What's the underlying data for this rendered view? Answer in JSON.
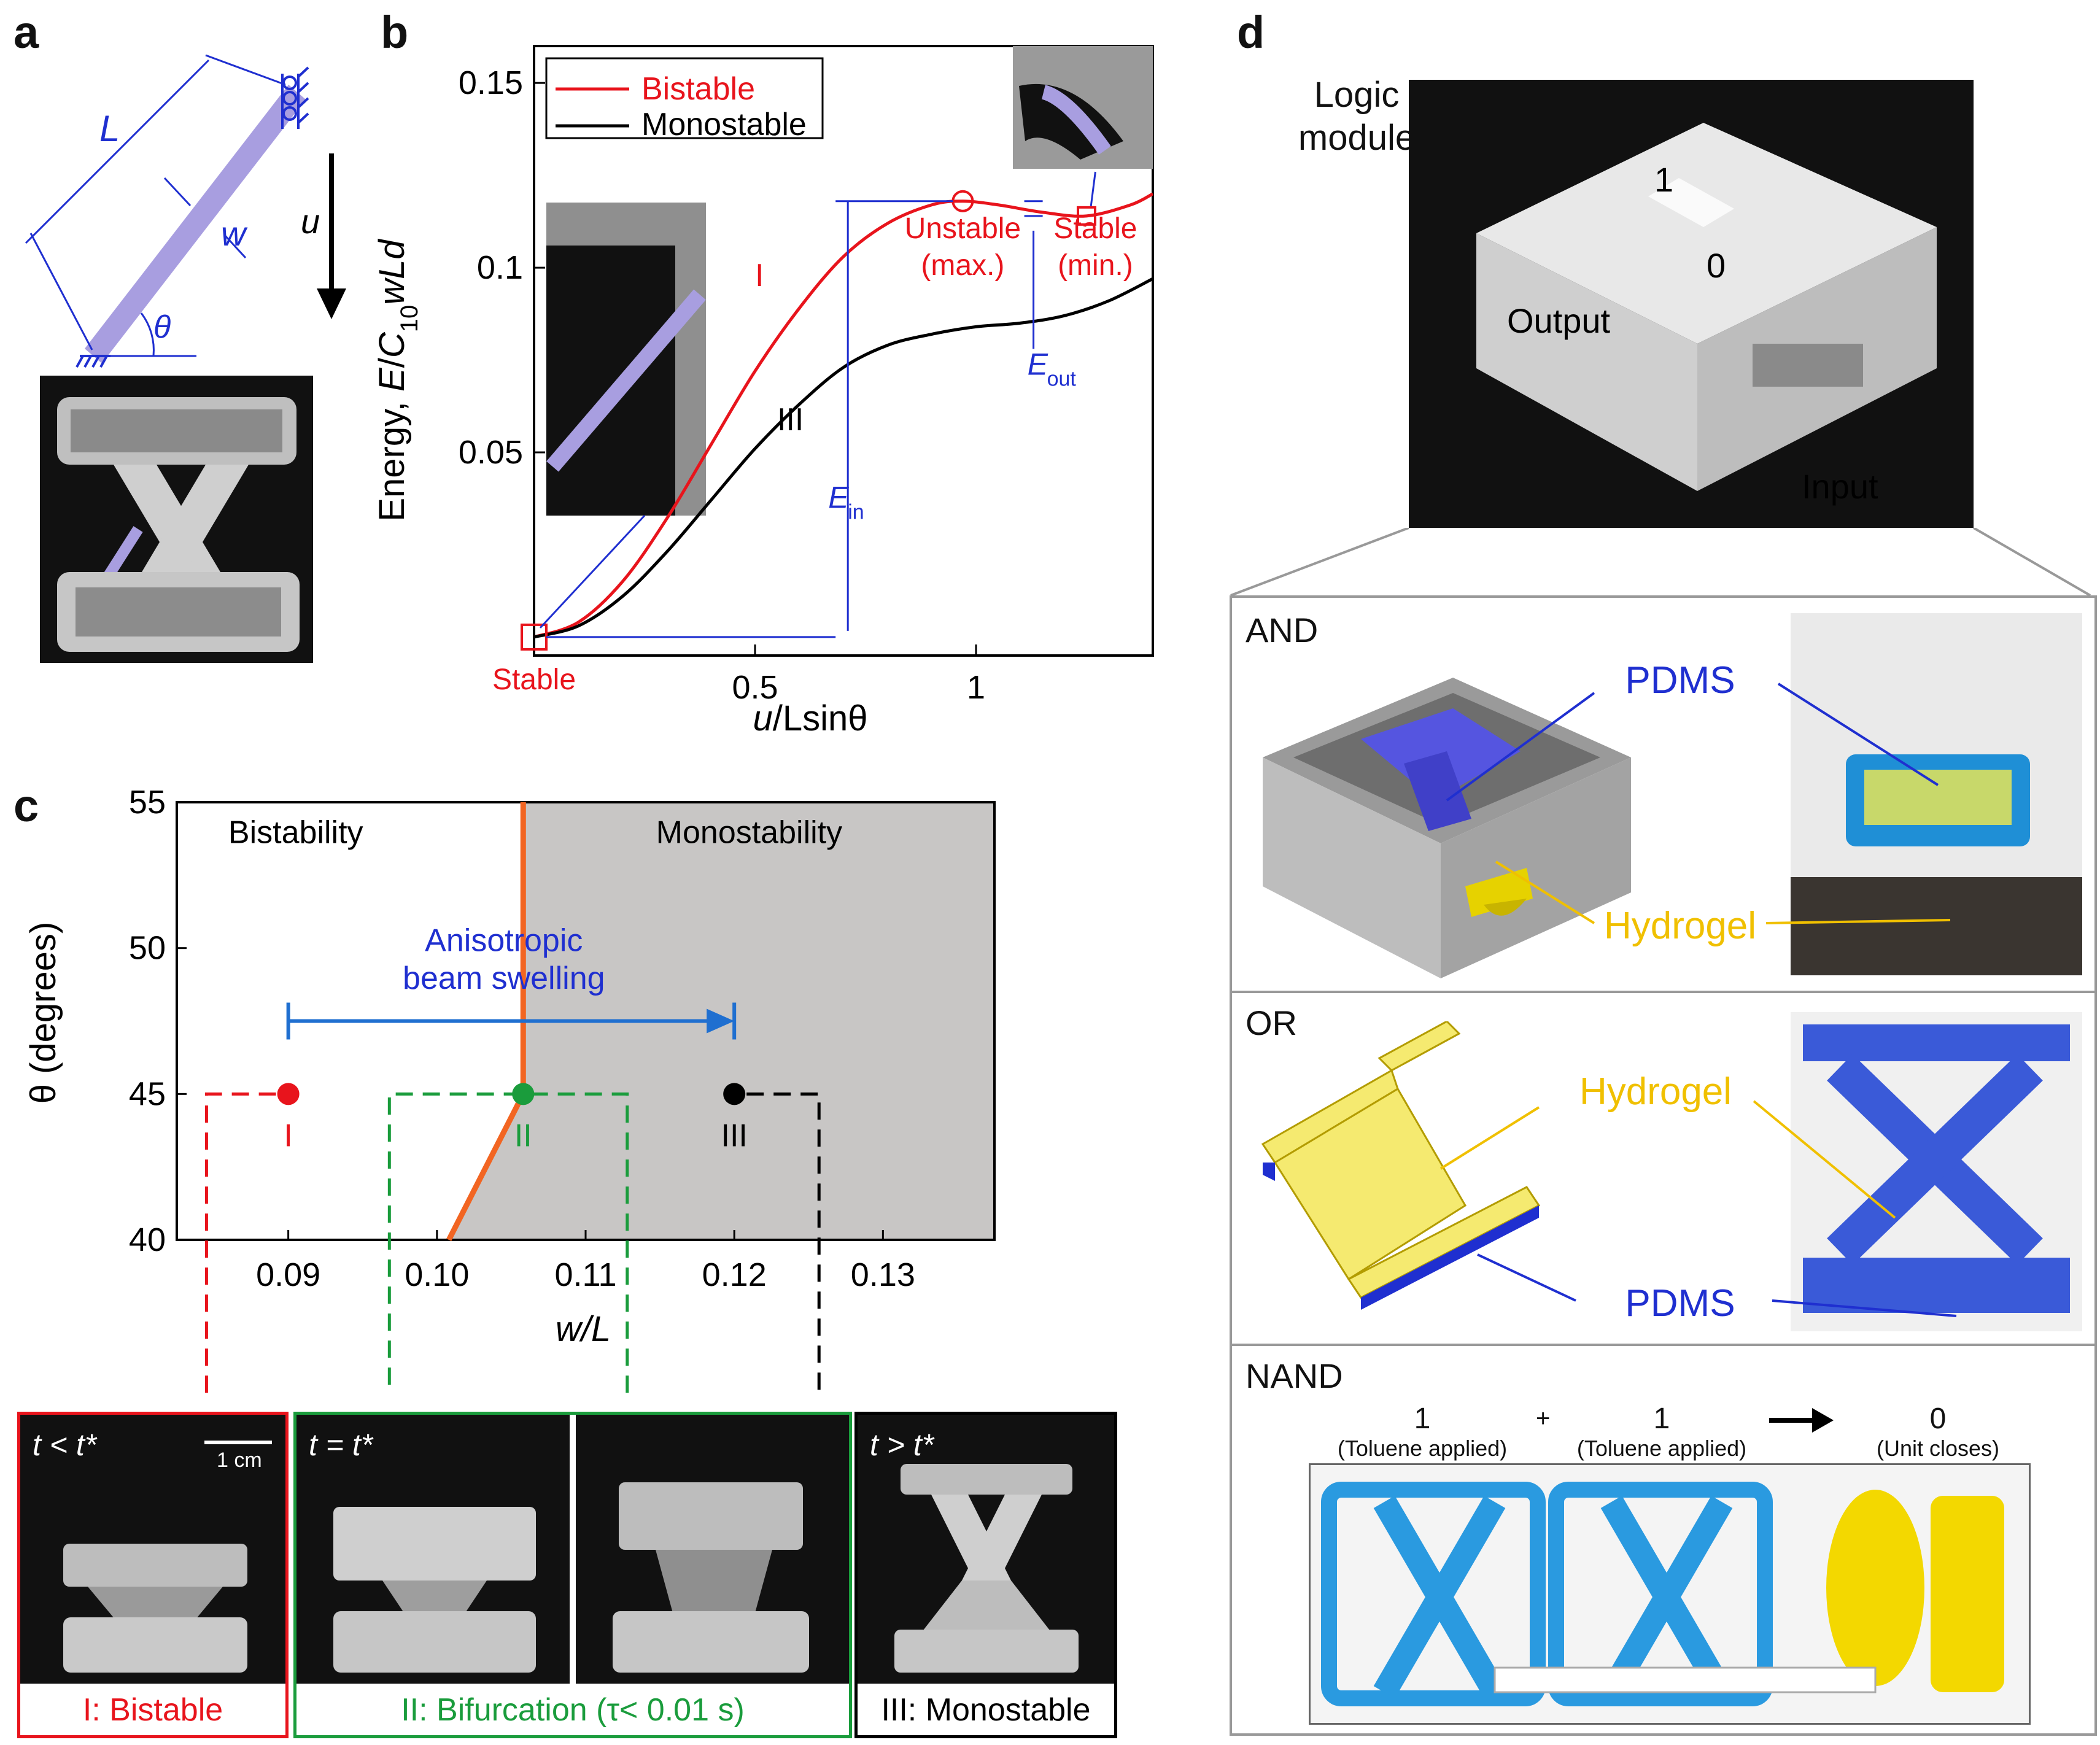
{
  "panel_labels": {
    "a": "a",
    "b": "b",
    "c": "c",
    "d": "d"
  },
  "panel_a": {
    "L": "L",
    "w": "w",
    "u": "u",
    "theta": "θ"
  },
  "panel_b": {
    "chart_data": {
      "type": "line",
      "xlabel_u": "u",
      "xlabel_rest": "/Lsinθ",
      "ylabel": "Energy, E/C10wLd",
      "ylabel_parts": {
        "pre": "Energy, ",
        "E": "E",
        "slash": "/",
        "C": "C",
        "sub": "10",
        "wLd": "wLd"
      },
      "xticks": [
        "0.5",
        "1"
      ],
      "yticks": [
        "0.05",
        "0.1",
        "0.15"
      ],
      "xlim": [
        0,
        1.4
      ],
      "ylim": [
        -0.005,
        0.16
      ],
      "series": [
        {
          "name": "Bistable",
          "color": "#e8141c",
          "x": [
            0,
            0.1,
            0.2,
            0.3,
            0.4,
            0.5,
            0.6,
            0.7,
            0.8,
            0.9,
            0.97,
            1.05,
            1.15,
            1.25,
            1.35,
            1.4
          ],
          "y": [
            0,
            0.004,
            0.015,
            0.032,
            0.052,
            0.072,
            0.089,
            0.103,
            0.112,
            0.117,
            0.118,
            0.117,
            0.115,
            0.114,
            0.117,
            0.12
          ]
        },
        {
          "name": "Monostable",
          "color": "#000000",
          "x": [
            0,
            0.1,
            0.2,
            0.3,
            0.4,
            0.5,
            0.6,
            0.7,
            0.8,
            0.9,
            1.0,
            1.1,
            1.2,
            1.3,
            1.4
          ],
          "y": [
            0,
            0.003,
            0.011,
            0.023,
            0.037,
            0.051,
            0.063,
            0.073,
            0.079,
            0.082,
            0.084,
            0.085,
            0.087,
            0.091,
            0.097
          ]
        }
      ],
      "annotations": {
        "I": "I",
        "III": "III",
        "unstable_l1": "Unstable",
        "unstable_l2": "(max.)",
        "stable_r_l1": "Stable",
        "stable_r_l2": "(min.)",
        "stable_origin": "Stable",
        "E_in": "E",
        "E_in_sub": "in",
        "E_out": "E",
        "E_out_sub": "out"
      }
    }
  },
  "panel_c": {
    "chart_data": {
      "type": "scatter",
      "xlabel": "w/L",
      "ylabel": "θ (degrees)",
      "xticks": [
        "0.09",
        "0.10",
        "0.11",
        "0.12",
        "0.13"
      ],
      "yticks": [
        "40",
        "45",
        "50",
        "55"
      ],
      "xlim": [
        0.0825,
        0.1375
      ],
      "ylim": [
        40,
        55
      ],
      "region_left": "Bistability",
      "region_right": "Monostability",
      "boundary": {
        "x": [
          0.1008,
          0.1058,
          0.1058
        ],
        "y": [
          40,
          45,
          55
        ],
        "color": "#f26522"
      },
      "points": [
        {
          "label": "I",
          "x": 0.09,
          "y": 45,
          "color": "#e8141c"
        },
        {
          "label": "II",
          "x": 0.1058,
          "y": 45,
          "color": "#1a9c3c"
        },
        {
          "label": "III",
          "x": 0.12,
          "y": 45,
          "color": "#000000"
        }
      ],
      "arrow_label_l1": "Anisotropic",
      "arrow_label_l2": "beam swelling"
    },
    "frames": {
      "t1": "t < t*",
      "scale": "1 cm",
      "t2": "t = t*",
      "t3": "t > t*",
      "cap1": "I: Bistable",
      "cap2": "II: Bifurcation (τ< 0.01 s)",
      "cap3": "III: Monostable"
    }
  },
  "panel_d": {
    "logic_module": "Logic module",
    "logic_l1": "Logic",
    "logic_l2": "module",
    "out1": "1",
    "out0": "0",
    "output": "Output",
    "input": "Input",
    "and": {
      "name": "AND",
      "pdms": "PDMS",
      "hydrogel": "Hydrogel"
    },
    "or": {
      "name": "OR",
      "pdms": "PDMS",
      "hydrogel": "Hydrogel"
    },
    "nand": {
      "name": "NAND",
      "a1": "1",
      "a1_note": "(Toluene applied)",
      "plus": "+",
      "a2": "1",
      "a2_note": "(Toluene applied)",
      "res": "0",
      "res_note": "(Unit closes)"
    },
    "colors": {
      "pdms": "#1f2fd0",
      "hydrogel": "#f0c000"
    }
  }
}
